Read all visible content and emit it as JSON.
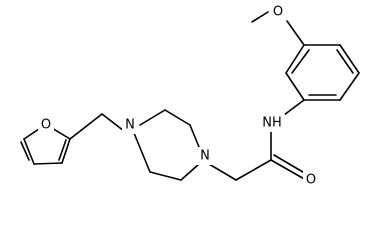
{
  "molecule": {
    "atoms": {
      "furan_oxygen": "O",
      "piperazine_n_left": "N",
      "piperazine_n_right": "N",
      "amide_nh": "NH",
      "carbonyl_oxygen": "O",
      "methoxy_oxygen": "O"
    }
  },
  "colors": {
    "bond": "#000000",
    "text": "#000000",
    "background": "#ffffff"
  }
}
